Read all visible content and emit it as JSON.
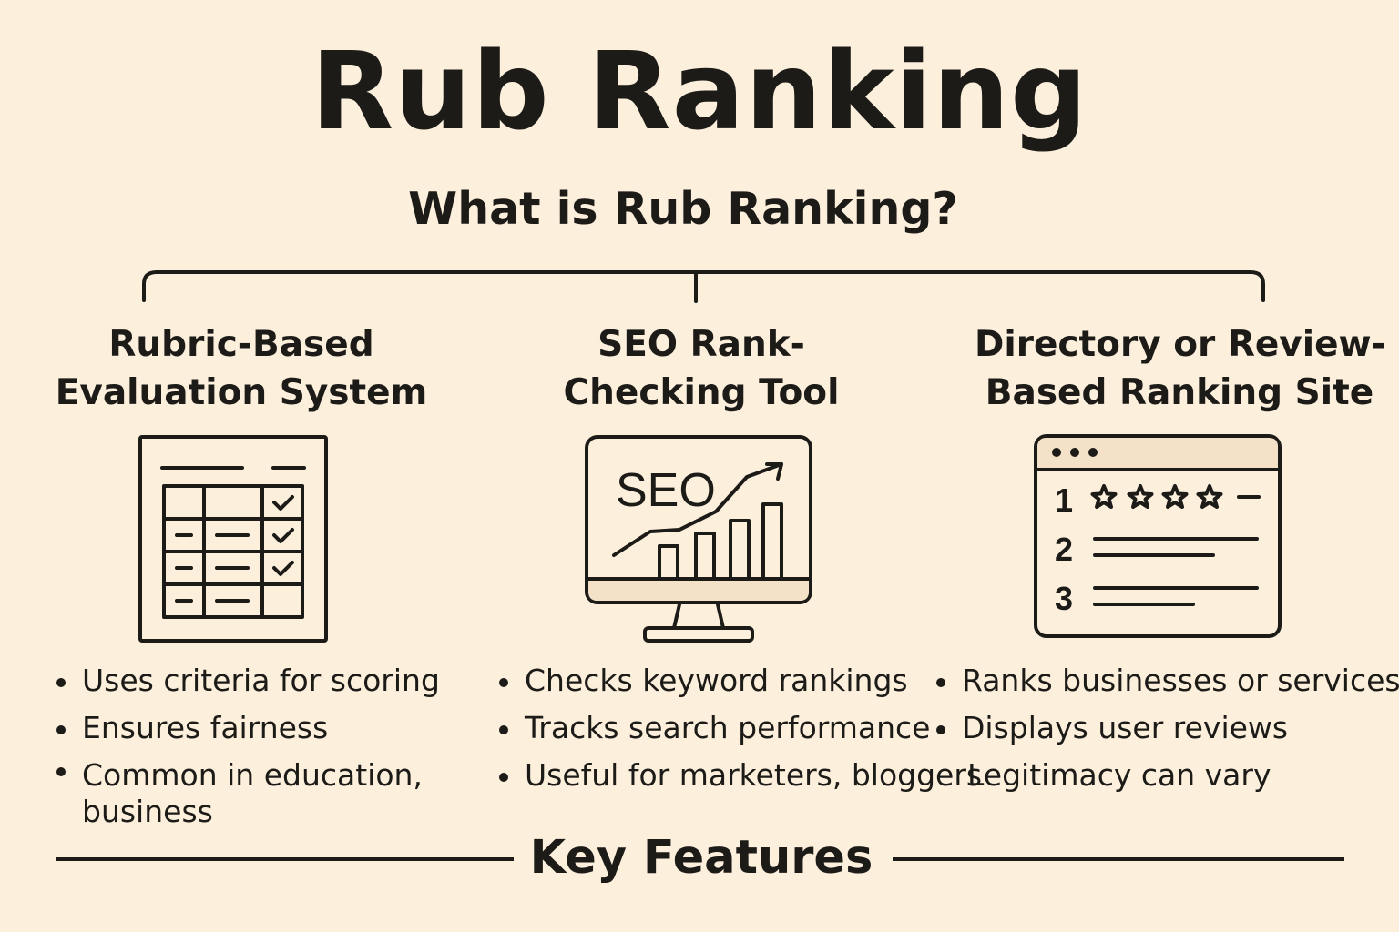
{
  "title": "Rub Ranking",
  "subtitle": "What is Rub Ranking?",
  "columns": [
    {
      "title_lines": [
        "Rubric-Based",
        "Evaluation System"
      ],
      "icon": "rubric-table-icon",
      "bullets": [
        "Uses criteria for scoring",
        "Ensures fairness",
        "Common in education, business"
      ]
    },
    {
      "title_lines": [
        "SEO Rank-",
        "Checking Tool"
      ],
      "icon": "seo-monitor-icon",
      "icon_text": "SEO",
      "bullets": [
        "Checks keyword rankings",
        "Tracks search performance",
        "Useful for marketers, bloggers"
      ]
    },
    {
      "title_lines": [
        "Directory or Review-",
        "Based Ranking Site"
      ],
      "icon": "ranking-list-browser-icon",
      "icon_numbers": [
        "1",
        "2",
        "3"
      ],
      "bullets": [
        "Ranks businesses or services",
        "Displays user reviews",
        "Legitimacy can vary"
      ]
    }
  ],
  "footer_title": "Key Features",
  "colors": {
    "background": "#fcefdc",
    "ink": "#1c1b18",
    "icon_fill": "#f3e2c8"
  }
}
